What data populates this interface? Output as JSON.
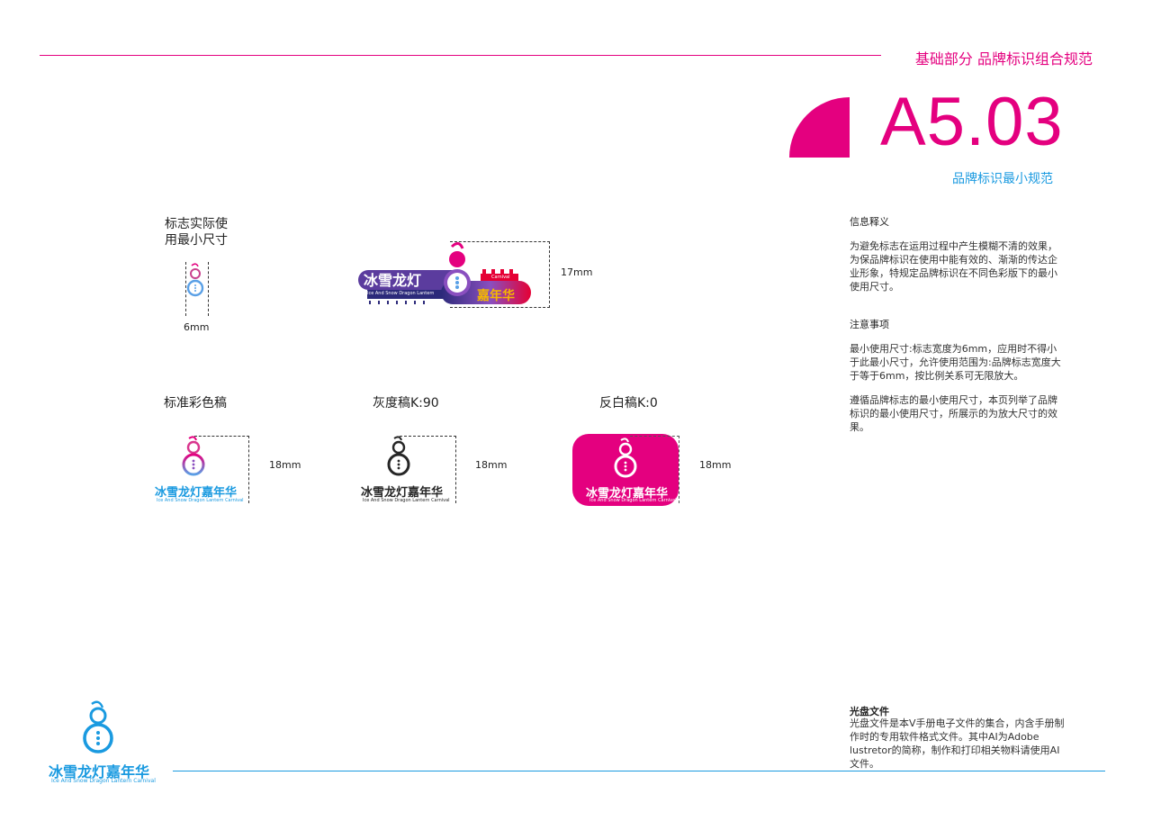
{
  "header": {
    "section_title": "基础部分 品牌标识组合规范",
    "code": "A5.03",
    "subtitle": "品牌标识最小规范"
  },
  "sidebar": {
    "info_heading": "信息释义",
    "info_text": "为避免标志在运用过程中产生模糊不清的效果，为保品牌标识在使用中能有效的、渐渐的传达企业形象，特规定品牌标识在不同色彩版下的最小使用尺寸。",
    "notes_heading": "注意事项",
    "notes_text_1": "最小使用尺寸:标志宽度为6mm，应用时不得小于此最小尺寸，允许使用范围为:品牌标志宽度大于等于6mm，按比例关系可无限放大。",
    "notes_text_2": "遵循品牌标志的最小使用尺寸，本页列举了品牌标识的最小使用尺寸，所展示的为放大尺寸的效果。",
    "disc_heading": "光盘文件",
    "disc_text": "光盘文件是本V手册电子文件的集合，内含手册制作时的专用软件格式文件。其中AI为Adobe lustretor的简称，制作和打印相关物料请使用AI文件。"
  },
  "min_size": {
    "label": "标志实际使用最小尺寸",
    "width_label": "6mm",
    "banner_height_label": "17mm",
    "banner_cn_left": "冰雪龙灯",
    "banner_en": "Ice And Snow Dragon Lantern",
    "banner_carnival": "Carnival",
    "banner_cn_right": "嘉年华"
  },
  "variants": [
    {
      "label": "标准彩色稿",
      "height_label": "18mm",
      "cn": "冰雪龙灯嘉年华",
      "en": "Ice And Snow Dragon Lantern Carnival"
    },
    {
      "label": "灰度稿K:90",
      "height_label": "18mm",
      "cn": "冰雪龙灯嘉年华",
      "en": "Ice And Snow Dragon Lantern Carnival"
    },
    {
      "label": "反白稿K:0",
      "height_label": "18mm",
      "cn": "冰雪龙灯嘉年华",
      "en": "Ice And Snow Dragon Lantern Carnival"
    }
  ],
  "footer_logo": {
    "cn": "冰雪龙灯嘉年华",
    "en": "Ice And Snow Dragon Lantern Carnival"
  },
  "colors": {
    "magenta": "#e4007f",
    "blue": "#1a9ae0",
    "purple": "#8a4fbf",
    "navy": "#2c2a7a",
    "red": "#e50034",
    "gold": "#f5b800"
  }
}
